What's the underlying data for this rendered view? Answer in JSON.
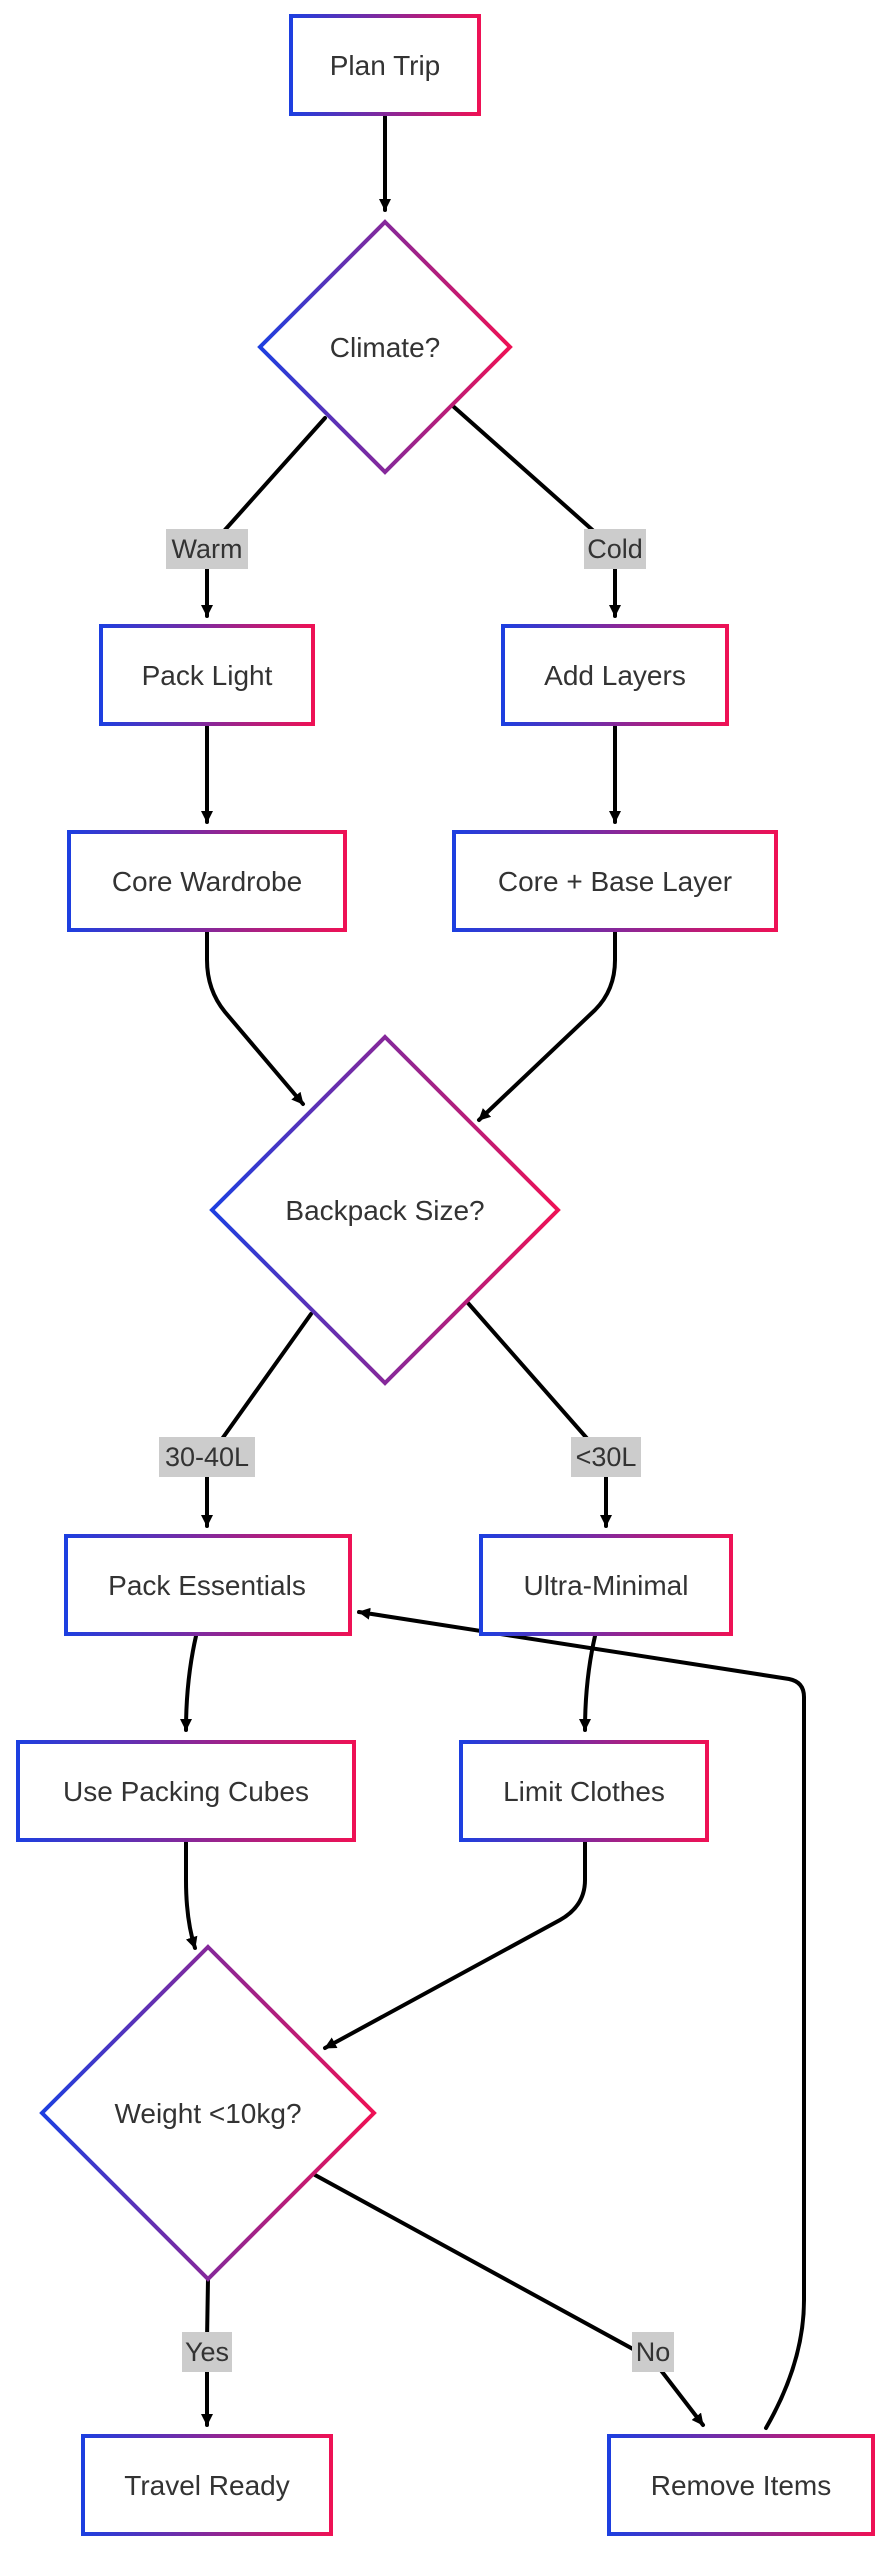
{
  "diagram": {
    "type": "flowchart",
    "border_gradient": [
      "#1d3fe0",
      "#ee1155"
    ],
    "edge_color": "#000000",
    "label_bg": "#cccccc",
    "nodes": {
      "plan_trip": "Plan Trip",
      "climate": "Climate?",
      "pack_light": "Pack Light",
      "add_layers": "Add Layers",
      "core_wardrobe": "Core Wardrobe",
      "core_base_layer": "Core + Base Layer",
      "backpack_size": "Backpack Size?",
      "pack_essentials": "Pack Essentials",
      "ultra_minimal": "Ultra-Minimal",
      "use_packing_cubes": "Use Packing Cubes",
      "limit_clothes": "Limit Clothes",
      "weight_check": "Weight <10kg?",
      "travel_ready": "Travel Ready",
      "remove_items": "Remove Items"
    },
    "edge_labels": {
      "warm": "Warm",
      "cold": "Cold",
      "size_30_40": "30-40L",
      "size_under_30": "<30L",
      "yes": "Yes",
      "no": "No"
    }
  }
}
